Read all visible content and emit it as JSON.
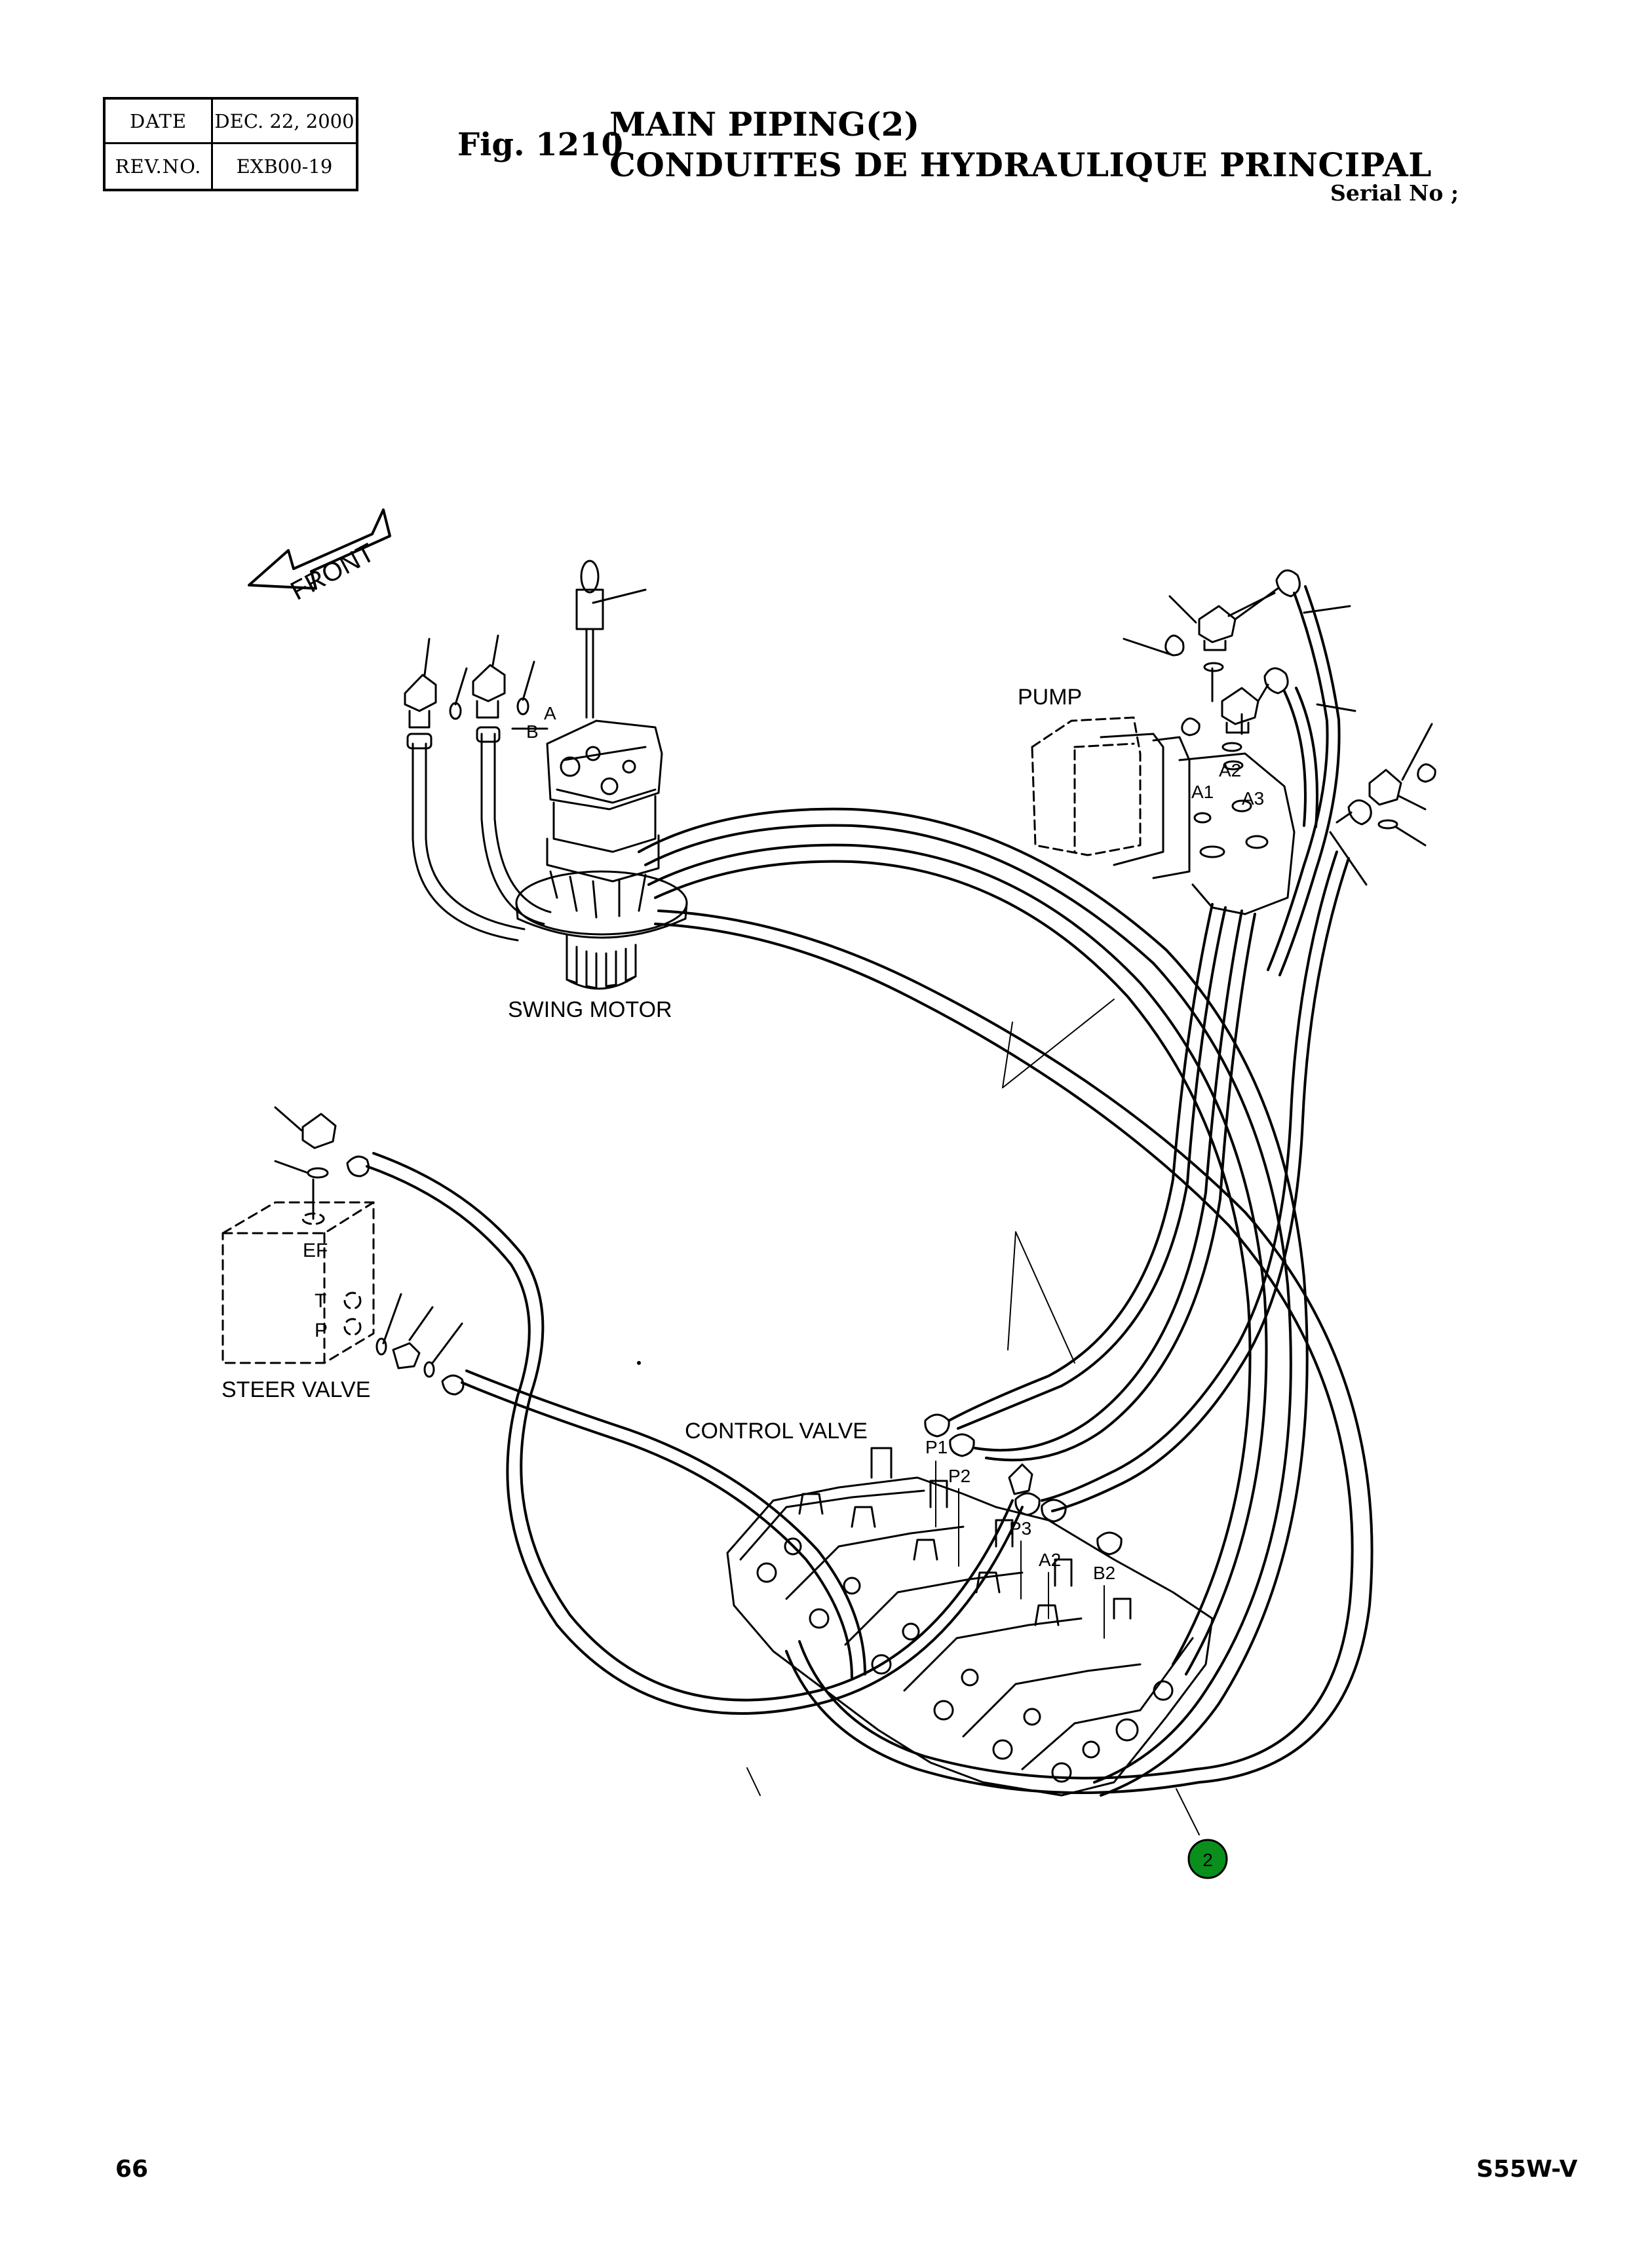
{
  "header": {
    "date_label": "DATE",
    "date_value": "DEC. 22, 2000",
    "rev_label": "REV.NO.",
    "rev_value": "EXB00-19",
    "fig_number": "Fig. 1210",
    "title_en": "MAIN PIPING(2)",
    "title_fr": "CONDUITES DE HYDRAULIQUE PRINCIPAL",
    "serial_label": "Serial No ;"
  },
  "labels": {
    "front": "FRONT",
    "pump": "PUMP",
    "swing_motor": "SWING MOTOR",
    "steer_valve": "STEER VALVE",
    "control_valve": "CONTROL VALVE",
    "port_a": "A",
    "port_b": "B",
    "port_a1": "A1",
    "port_a2_pump": "A2",
    "port_a3": "A3",
    "port_ef": "EF",
    "port_t": "T",
    "port_p": "P",
    "port_p1": "P1",
    "port_p2": "P2",
    "port_p3": "P3",
    "port_a2_cv": "A2",
    "port_b2": "B2",
    "callout_2": "2"
  },
  "colors": {
    "line": "#000000",
    "callout_fill": "#0a8f1c",
    "callout_text": "#ffffff"
  },
  "footer": {
    "page_number": "66",
    "model": "S55W-V"
  }
}
